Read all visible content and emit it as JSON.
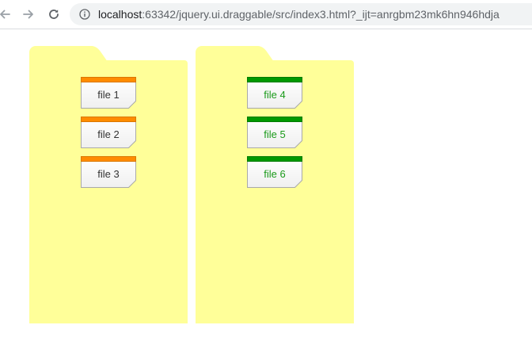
{
  "browser": {
    "url_host": "localhost",
    "url_rest": ":63342/jquery.ui.draggable/src/index3.html?_ijt=anrgbm23mk6hn946hdja"
  },
  "colors": {
    "folder": "#ffff99",
    "orange_band": "#ff8c00",
    "green_band": "#009900",
    "green_text": "#1a9a1a"
  },
  "folders": [
    {
      "files": [
        {
          "label": "file 1",
          "color": "orange"
        },
        {
          "label": "file 2",
          "color": "orange"
        },
        {
          "label": "file 3",
          "color": "orange"
        }
      ]
    },
    {
      "files": [
        {
          "label": "file 4",
          "color": "green"
        },
        {
          "label": "file 5",
          "color": "green"
        },
        {
          "label": "file 6",
          "color": "green"
        }
      ]
    }
  ],
  "icons": {
    "back": "arrow-left-icon",
    "forward": "arrow-right-icon",
    "reload": "reload-icon",
    "info": "info-icon"
  }
}
